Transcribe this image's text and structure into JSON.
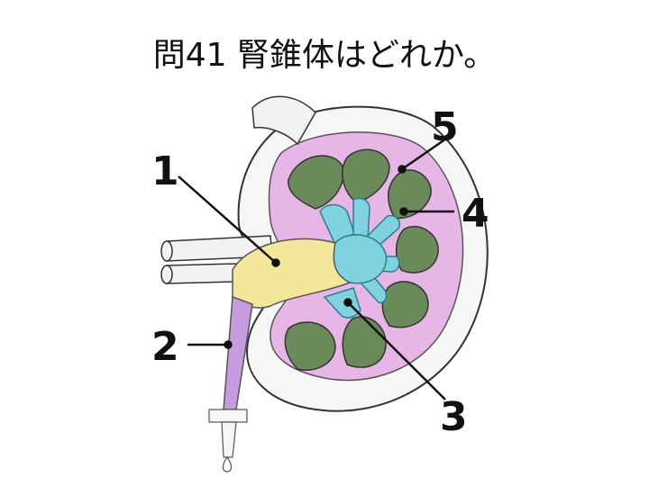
{
  "title": "問41 腎錐体はどれか。",
  "labels": [
    {
      "id": "1",
      "text": "1"
    },
    {
      "id": "2",
      "text": "2"
    },
    {
      "id": "3",
      "text": "3"
    },
    {
      "id": "4",
      "text": "4"
    },
    {
      "id": "5",
      "text": "5"
    }
  ],
  "colors": {
    "cortex": "#e8b6e6",
    "pyramid": "#6a8a5a",
    "calyx": "#7fd3e0",
    "pelvis": "#f3e89a",
    "ureter": "#c79be0",
    "capsule": "#f4f4f4",
    "line": "#222222"
  }
}
